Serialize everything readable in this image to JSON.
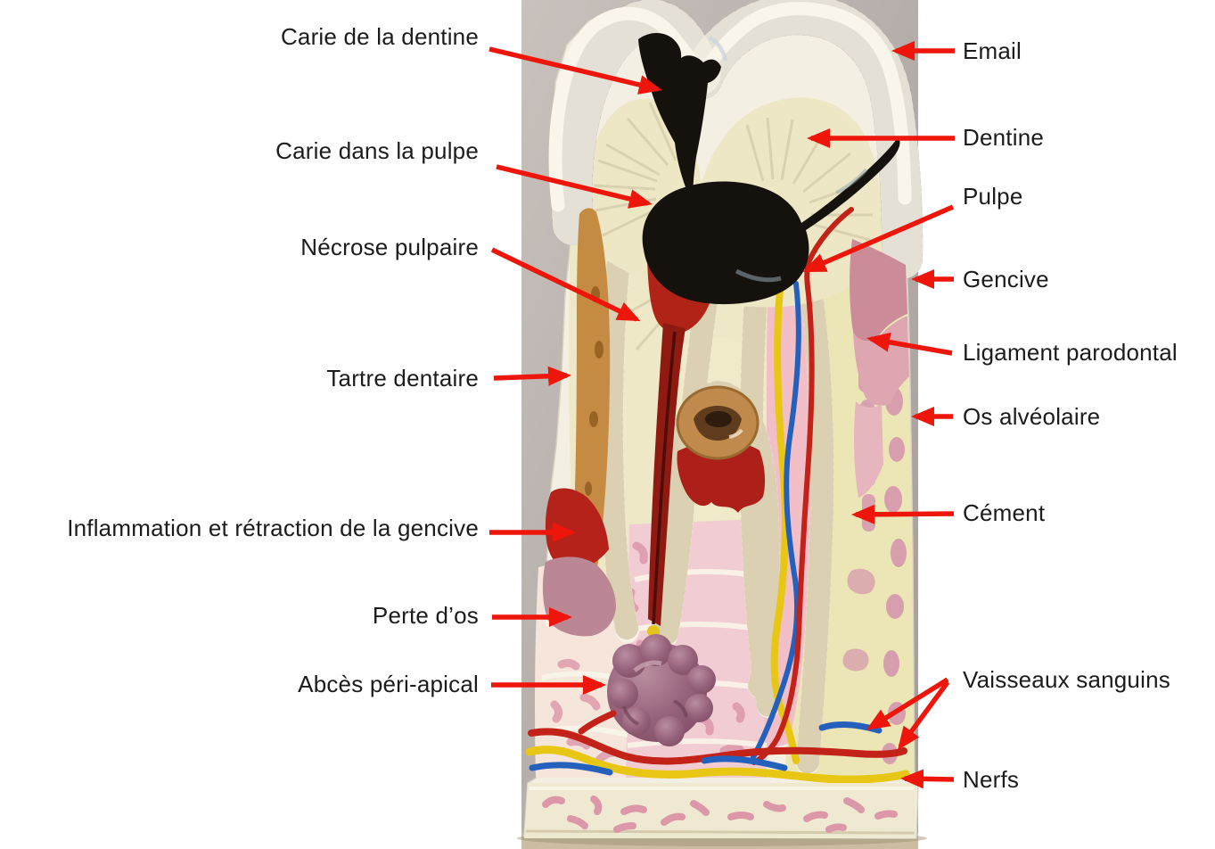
{
  "figure": {
    "kind": "labeled-anatomy-diagram",
    "language": "fr",
    "arrow_color": "#ee150b",
    "text_color": "#1c1c1c"
  },
  "palette": {
    "photo_background": "#b5aeaa",
    "enamel_white": "#f4efe3",
    "enamel_gray": "#9a938b",
    "dentine_cream": "#eee7c5",
    "caries_black": "#15120e",
    "pulp_red": "#b02418",
    "necrosis_dark_red": "#8e1a12",
    "gum_pink": "#cb8b98",
    "pulp_column_pink": "#f2bfc8",
    "alveolar_bone_yellow": "#ece6b6",
    "marrow_pink": "#dc98a8",
    "tartar_orange": "#c68b42",
    "abscess_mauve": "#925e72",
    "vessel_blue": "#2560bd",
    "vessel_red": "#c22217",
    "nerve_yellow": "#e8c714",
    "base_cream": "#efe9d1",
    "table_tan": "#cbbda0"
  },
  "labels": [
    {
      "id": "carie-de-la-dentine",
      "text": "Carie de la dentine"
    },
    {
      "id": "carie-dans-la-pulpe",
      "text": "Carie dans la pulpe"
    },
    {
      "id": "necrose-pulpaire",
      "text": "Nécrose pulpaire"
    },
    {
      "id": "tartre-dentaire",
      "text": "Tartre dentaire"
    },
    {
      "id": "inflammation-retraction-gencive",
      "text": "Inflammation et rétraction de la gencive"
    },
    {
      "id": "perte-d-os",
      "text": "Perte d’os"
    },
    {
      "id": "abces-peri-apical",
      "text": "Abcès péri-apical"
    },
    {
      "id": "email",
      "text": "Email"
    },
    {
      "id": "dentine",
      "text": "Dentine"
    },
    {
      "id": "pulpe",
      "text": "Pulpe"
    },
    {
      "id": "gencive",
      "text": "Gencive"
    },
    {
      "id": "ligament-parodontal",
      "text": "Ligament parodontal"
    },
    {
      "id": "os-alveolaire",
      "text": "Os alvéolaire"
    },
    {
      "id": "cement",
      "text": "Cément"
    },
    {
      "id": "vaisseaux-sanguins",
      "text": "Vaisseaux sanguins"
    },
    {
      "id": "nerfs",
      "text": "Nerfs"
    }
  ]
}
